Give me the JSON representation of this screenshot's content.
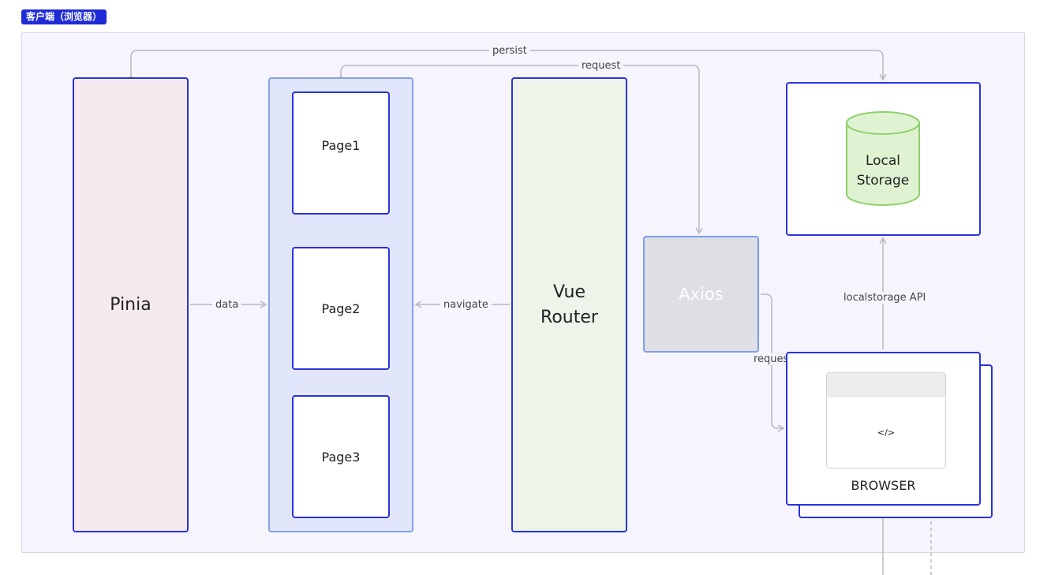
{
  "region": {
    "tag": "客户端（浏览器）"
  },
  "pinia": {
    "label": "Pinia"
  },
  "pages": [
    {
      "label": "Page1"
    },
    {
      "label": "Page2"
    },
    {
      "label": "Page3"
    }
  ],
  "router": {
    "line1": "Vue",
    "line2": "Router"
  },
  "axios": {
    "label": "Axios"
  },
  "storage": {
    "line1": "Local",
    "line2": "Storage"
  },
  "browser": {
    "label": "BROWSER",
    "code": "</>"
  },
  "edges": {
    "persist": "persist",
    "request_top": "request",
    "data": "data",
    "navigate": "navigate",
    "request_side": "request",
    "localstorage_api": "localstorage API"
  },
  "colors": {
    "accent": "#2a33d8",
    "line": "#b8b8c0",
    "storage_green": "#8fd06a"
  }
}
